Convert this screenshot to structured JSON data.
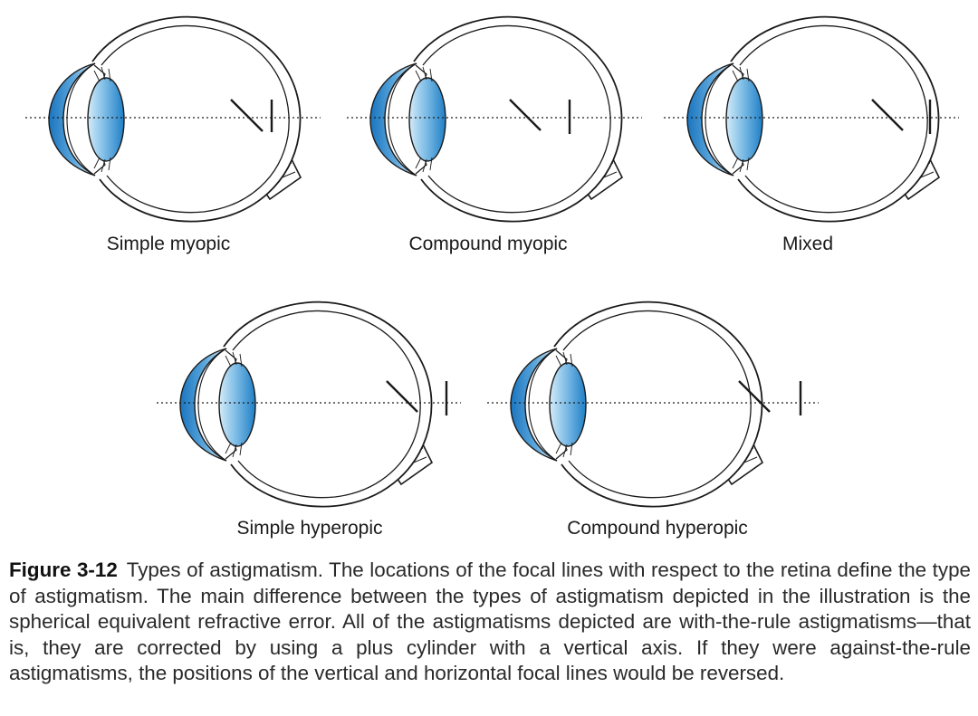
{
  "eyes": [
    {
      "label": "Simple myopic",
      "type": "simple-myopic"
    },
    {
      "label": "Compound myopic",
      "type": "compound-myopic"
    },
    {
      "label": "Mixed",
      "type": "mixed"
    },
    {
      "label": "Simple hyperopic",
      "type": "simple-hyperopic"
    },
    {
      "label": "Compound hyperopic",
      "type": "compound-hyperopic"
    }
  ],
  "caption": {
    "figure_number": "Figure 3-12",
    "text": "Types of astigmatism. The locations of the focal lines with respect to the retina define the type of astigmatism. The main difference between the types of astigmatism depicted in the illustration is the spherical equivalent refractive error. All of the astigmatisms depicted are with-the-rule astigmatisms—that is, they are corrected by using a plus cylinder with a vertical axis. If they were against-the-rule astigmatisms, the positions of the vertical and horizontal focal lines would be reversed."
  },
  "colors": {
    "outline": "#1a1a1a",
    "lens_light": "#d4ebf8",
    "lens_dark": "#1f7fc6",
    "cornea_light": "#e3f2fb",
    "cornea_dark": "#1a75bf"
  }
}
